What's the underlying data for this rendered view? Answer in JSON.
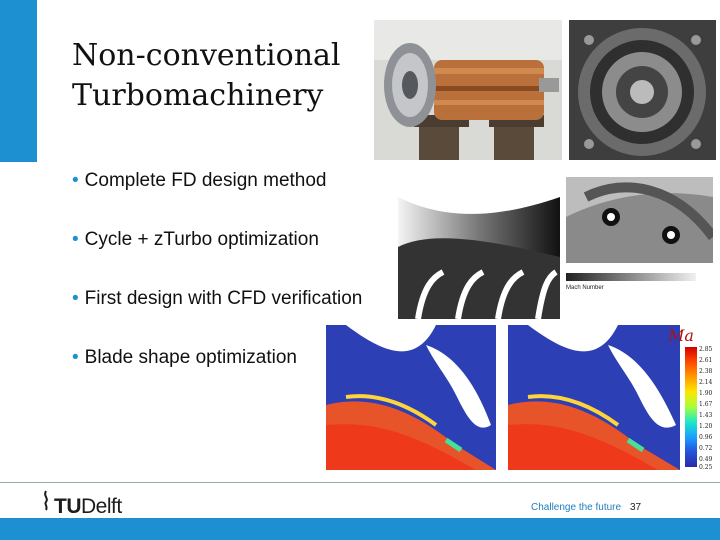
{
  "slide": {
    "title_line1": "Non-conventional",
    "title_line2": "Turbomachinery"
  },
  "bullets": [
    {
      "text": "Complete FD design method"
    },
    {
      "text": "Cycle + zTurbo optimization"
    },
    {
      "text": "First design with CFD verification"
    },
    {
      "text": "Blade shape optimization"
    }
  ],
  "figures": {
    "colorbar_label": "Ma",
    "colorbar_ticks": [
      "2.85",
      "2.61",
      "2.38",
      "2.14",
      "1.90",
      "1.67",
      "1.43",
      "1.20",
      "0.96",
      "0.72",
      "0.49",
      "0.25"
    ],
    "mach_axis_label": "Mach Number"
  },
  "footer": {
    "logo_tu": "TU",
    "logo_delft": "Delft",
    "tagline": "Challenge the future",
    "page_number": "37"
  },
  "colors": {
    "accent": "#1d90d1",
    "tagline": "#1d7fc2"
  },
  "icons": {
    "logo": "tu-delft-flame-logo-icon"
  }
}
